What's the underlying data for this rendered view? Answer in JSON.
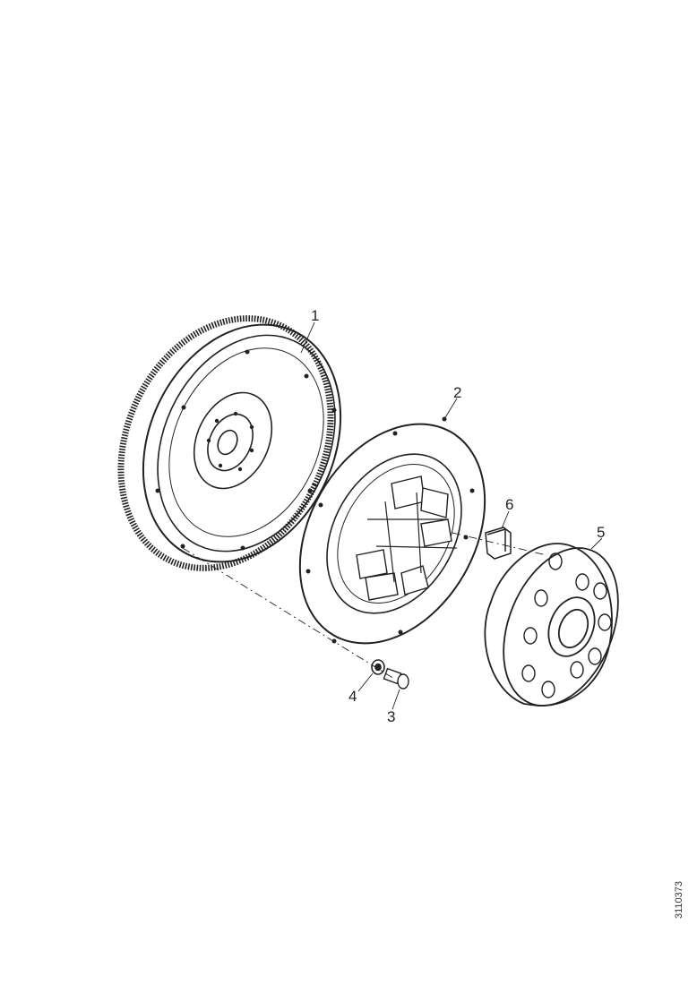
{
  "callouts": {
    "part_1": "1",
    "part_2": "2",
    "part_3": "3",
    "part_4": "4",
    "part_5": "5",
    "part_6": "6"
  },
  "reference_code": "3110373",
  "colors": {
    "line": "#222222",
    "background": "#ffffff"
  }
}
